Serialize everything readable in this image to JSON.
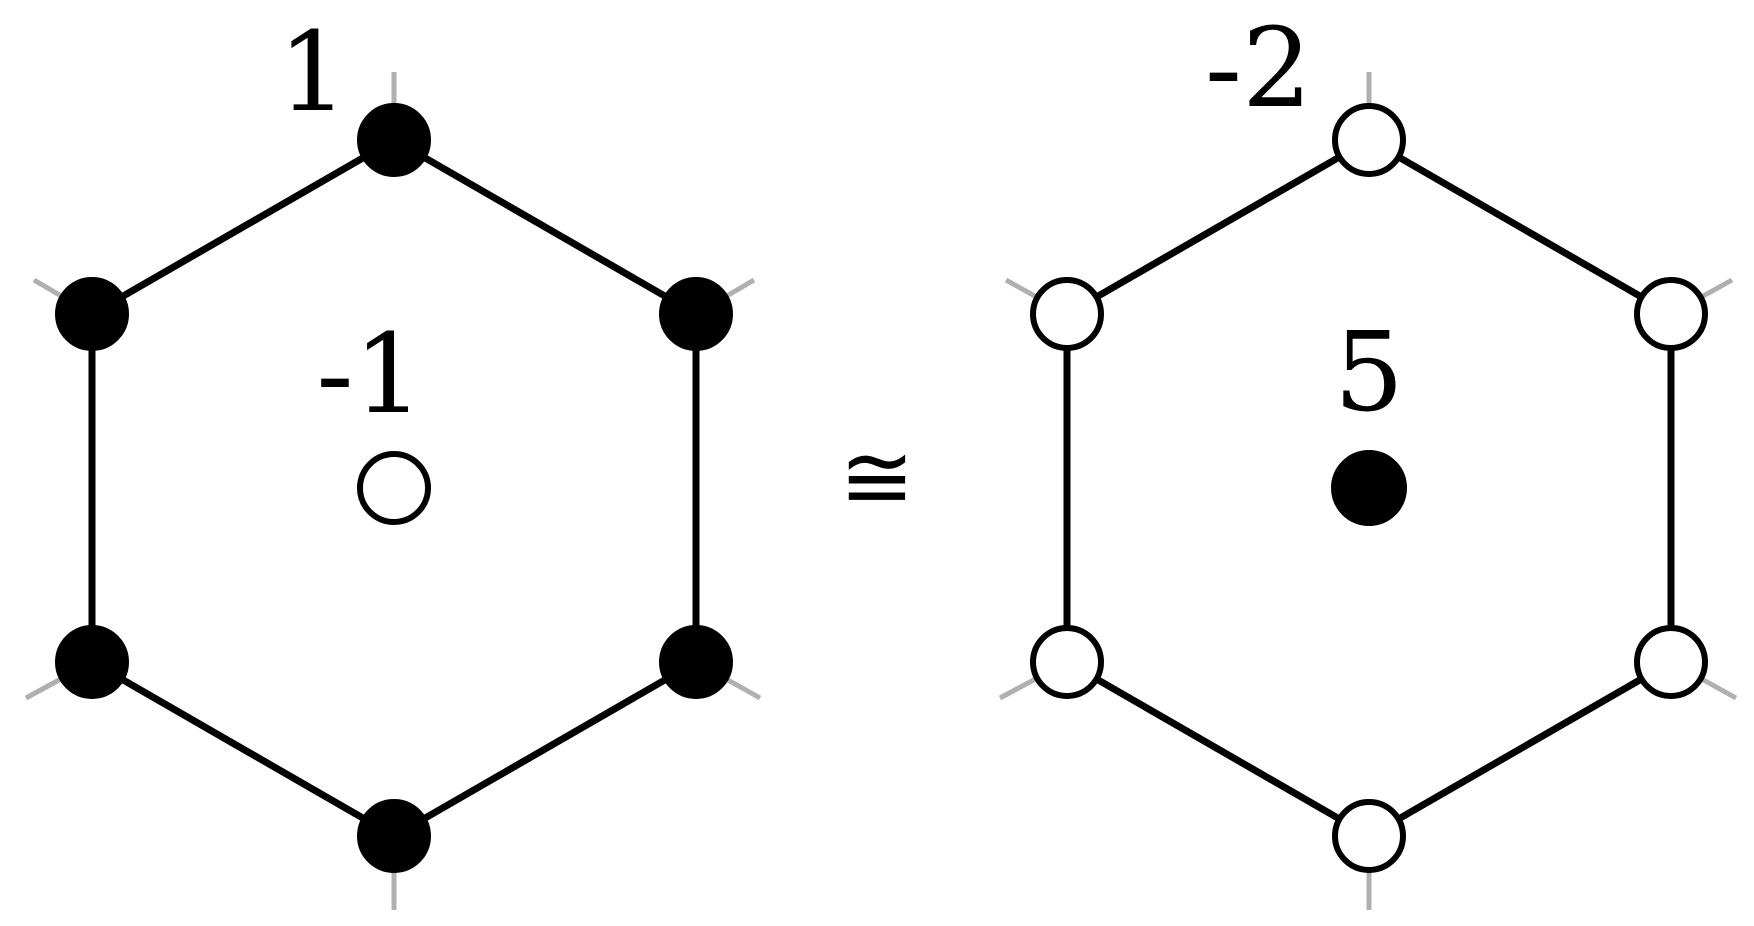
{
  "colors": {
    "edge": "#000000",
    "stub": "#b0b0b0",
    "filled": "#000000",
    "open": "#ffffff",
    "background": "#ffffff"
  },
  "relation_symbol": "≅",
  "left_diagram": {
    "corner_label": "1",
    "center_label": "-1",
    "vertex_style": "filled",
    "center_style": "open"
  },
  "right_diagram": {
    "corner_label": "-2",
    "center_label": "5",
    "vertex_style": "open",
    "center_style": "filled"
  }
}
